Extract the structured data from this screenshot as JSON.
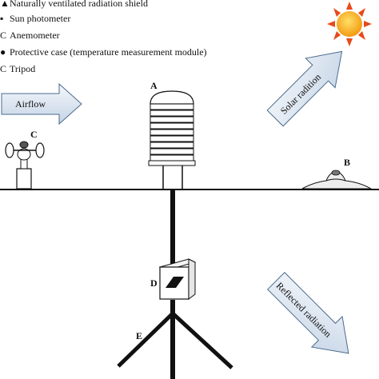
{
  "legend": {
    "items": [
      {
        "marker": "▲",
        "text": "Naturally ventilated radiation shield"
      },
      {
        "marker": "▪",
        "text": "Sun photometer"
      },
      {
        "marker": "C",
        "text": "Anemometer"
      },
      {
        "marker": "●",
        "text": "Protective case (temperature measurement module)"
      },
      {
        "marker": "C",
        "text": "Tripod"
      }
    ]
  },
  "labels": {
    "a": "A",
    "b": "B",
    "c": "C",
    "d": "D",
    "e": "E"
  },
  "arrows": {
    "airflow": "Airflow",
    "solar": "Solar radition",
    "reflected": "Reflected radiation"
  },
  "colors": {
    "sun_fill": "#F6B21B",
    "sun_rays": "#E23B12",
    "arrow_fill_light": "#EEF3F8",
    "arrow_fill_dark": "#C9D7E8",
    "arrow_stroke": "#4A6A8C",
    "line": "#111111"
  },
  "icons": [
    "sun-icon"
  ]
}
